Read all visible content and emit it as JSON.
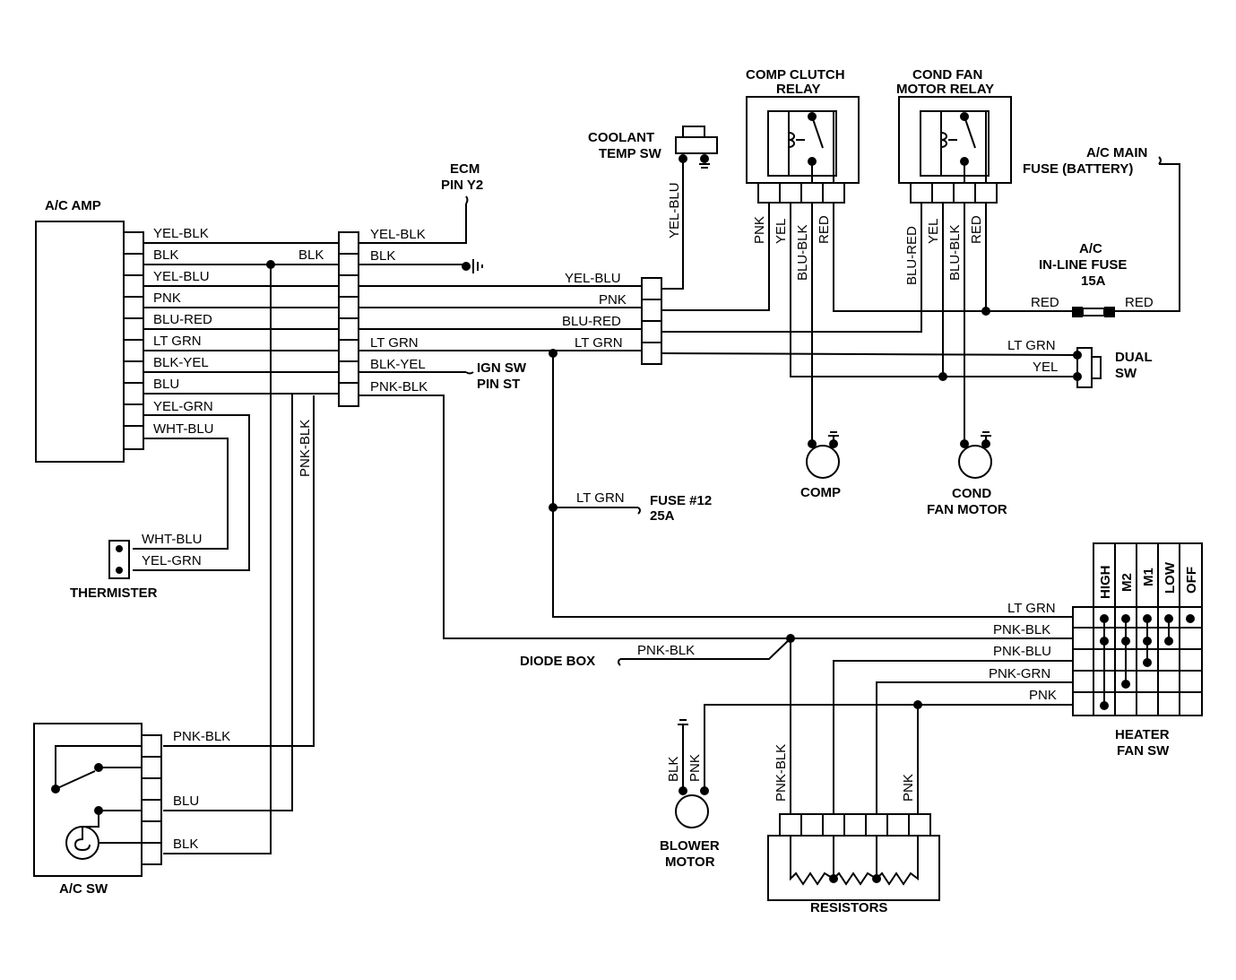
{
  "components": {
    "ac_amp": "A/C AMP",
    "ecm_line1": "ECM",
    "ecm_line2": "PIN Y2",
    "coolant_line1": "COOLANT",
    "coolant_line2": "TEMP SW",
    "comp_clutch_line1": "COMP CLUTCH",
    "comp_clutch_line2": "RELAY",
    "cond_fan_line1": "COND FAN",
    "cond_fan_line2": "MOTOR RELAY",
    "ac_main_line1": "A/C MAIN",
    "ac_main_line2": "FUSE (BATTERY)",
    "inline_line1": "A/C",
    "inline_line2": "IN-LINE FUSE",
    "inline_line3": "15A",
    "dual_line1": "DUAL",
    "dual_line2": "SW",
    "ign_line1": "IGN SW",
    "ign_line2": "PIN ST",
    "comp": "COMP",
    "cond_motor_line1": "COND",
    "cond_motor_line2": "FAN MOTOR",
    "fuse12_line1": "FUSE #12",
    "fuse12_line2": "25A",
    "thermister": "THERMISTER",
    "diode_box": "DIODE BOX",
    "heater_line1": "HEATER",
    "heater_line2": "FAN SW",
    "blower_line1": "BLOWER",
    "blower_line2": "MOTOR",
    "resistors": "RESISTORS",
    "ac_sw": "A/C SW"
  },
  "amp_wires": [
    "YEL-BLK",
    "BLK",
    "YEL-BLU",
    "PNK",
    "BLU-RED",
    "LT GRN",
    "BLK-YEL",
    "BLU",
    "YEL-GRN",
    "WHT-BLU"
  ],
  "connector_out": [
    "YEL-BLK",
    "BLK",
    "LT GRN",
    "BLK-YEL",
    "PNK-BLK"
  ],
  "mid_block": [
    "YEL-BLU",
    "PNK",
    "BLU-RED",
    "LT GRN"
  ],
  "wires": {
    "blk_jump": "BLK",
    "pnk_blk_vert": "PNK-BLK",
    "yel_blu_vert": "YEL-BLU",
    "comp_relay": [
      "PNK",
      "YEL",
      "BLU-BLK",
      "RED"
    ],
    "cond_relay": [
      "BLU-RED",
      "YEL",
      "BLU-BLK",
      "RED"
    ],
    "red_left": "RED",
    "red_right": "RED",
    "dual_lt_grn": "LT GRN",
    "dual_yel": "YEL",
    "fuse12_lt_grn": "LT GRN",
    "therm_wht_blu": "WHT-BLU",
    "therm_yel_grn": "YEL-GRN",
    "heater_in": [
      "LT GRN",
      "PNK-BLK",
      "PNK-BLU",
      "PNK-GRN",
      "PNK"
    ],
    "diode_pnk_blk": "PNK-BLK",
    "blower_blk": "BLK",
    "blower_pnk": "PNK",
    "res_pnk_blk": "PNK-BLK",
    "res_pnk": "PNK",
    "acsw_pnk_blk": "PNK-BLK",
    "acsw_blu": "BLU",
    "acsw_blk": "BLK"
  },
  "heater_positions": [
    "HIGH",
    "M2",
    "M1",
    "LOW",
    "OFF"
  ]
}
